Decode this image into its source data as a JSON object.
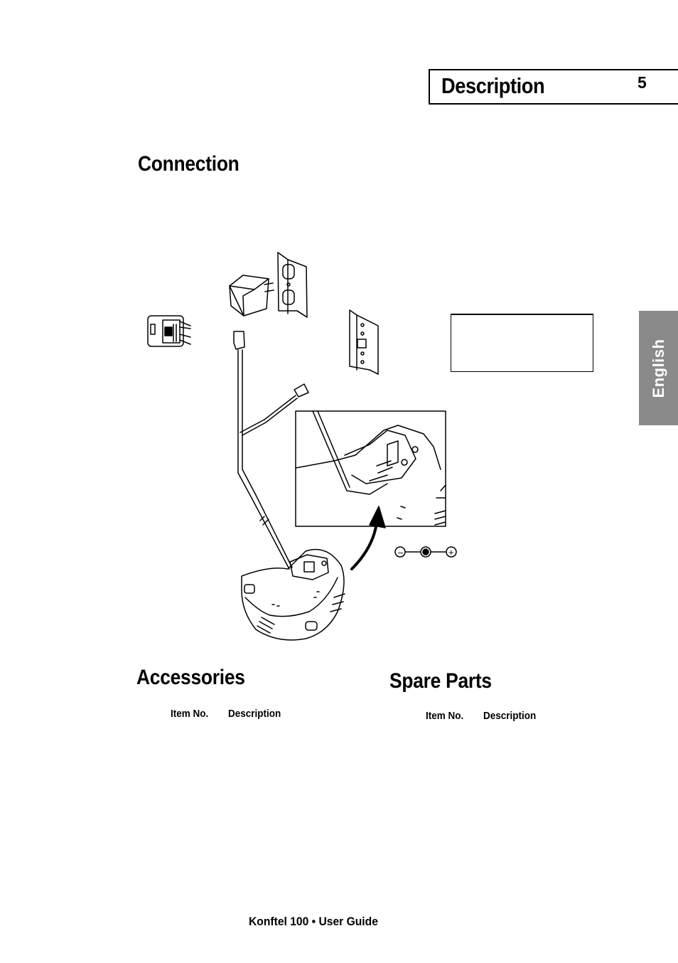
{
  "header": {
    "title": "Description",
    "page_number": "5"
  },
  "side_tab": {
    "label": "English"
  },
  "sections": {
    "connection": {
      "title": "Connection"
    },
    "accessories": {
      "title": "Accessories",
      "col_item": "Item No.",
      "col_desc": "Description"
    },
    "spare_parts": {
      "title": "Spare Parts",
      "col_item": "Item No.",
      "col_desc": "Description"
    }
  },
  "diagram": {
    "polarity_minus": "–",
    "polarity_plus": "+"
  },
  "footer": {
    "text": "Konftel 100 • User Guide"
  }
}
